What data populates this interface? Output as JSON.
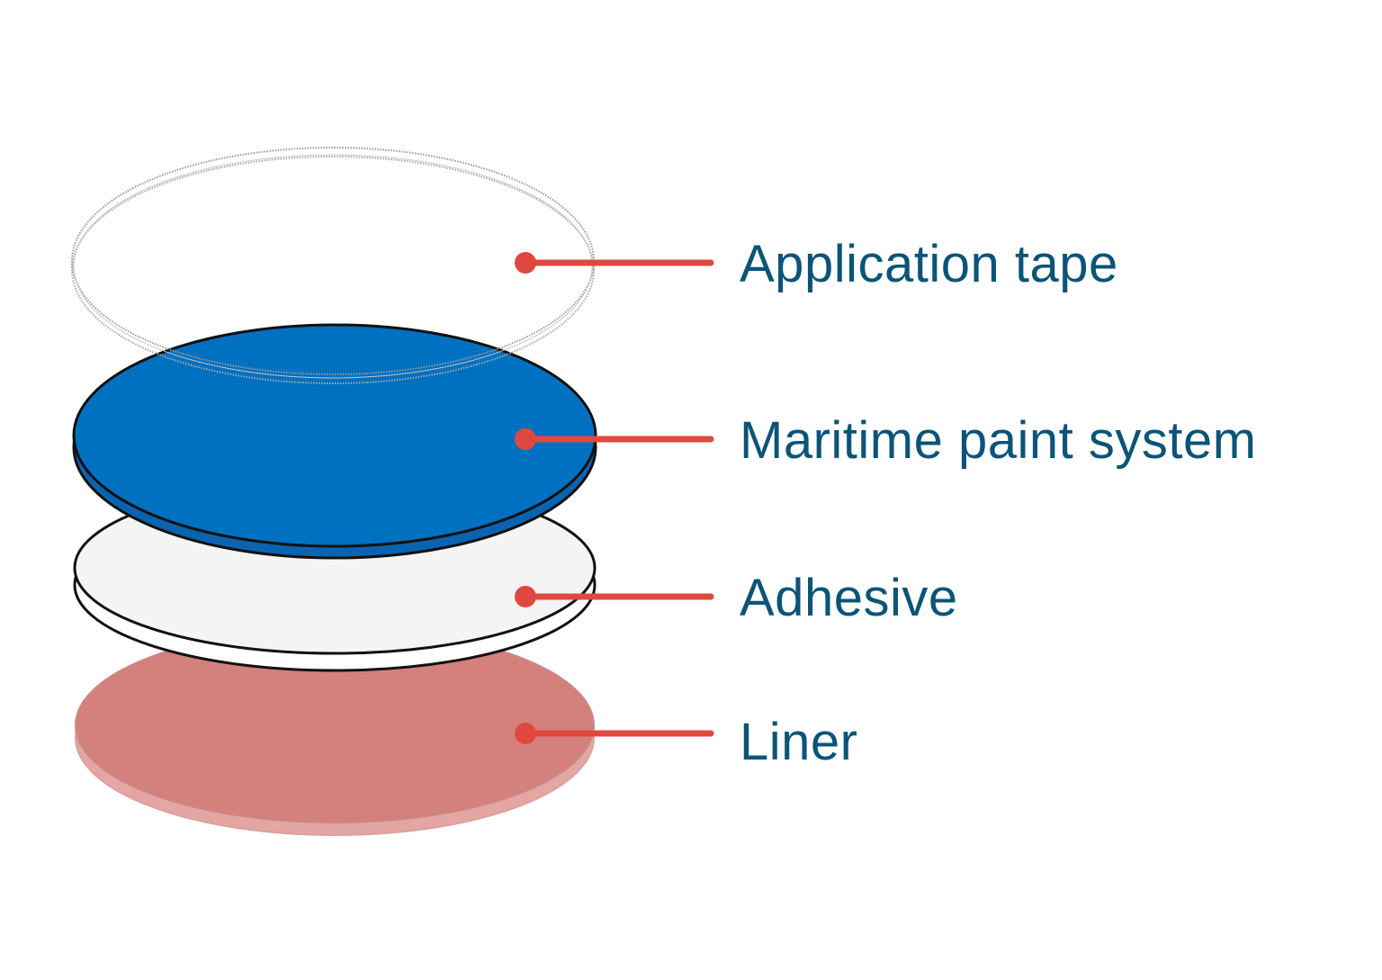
{
  "colors": {
    "label_text": "#0b5478",
    "leader_line": "#e0483f",
    "application_tape": "#ffffff",
    "maritime_paint": "#0070c0",
    "adhesive": "#f4f4f4",
    "liner": "#d4807d"
  },
  "layers": [
    {
      "id": "application-tape",
      "label": "Application tape"
    },
    {
      "id": "maritime-paint-system",
      "label": "Maritime paint system"
    },
    {
      "id": "adhesive",
      "label": "Adhesive"
    },
    {
      "id": "liner",
      "label": "Liner"
    }
  ]
}
